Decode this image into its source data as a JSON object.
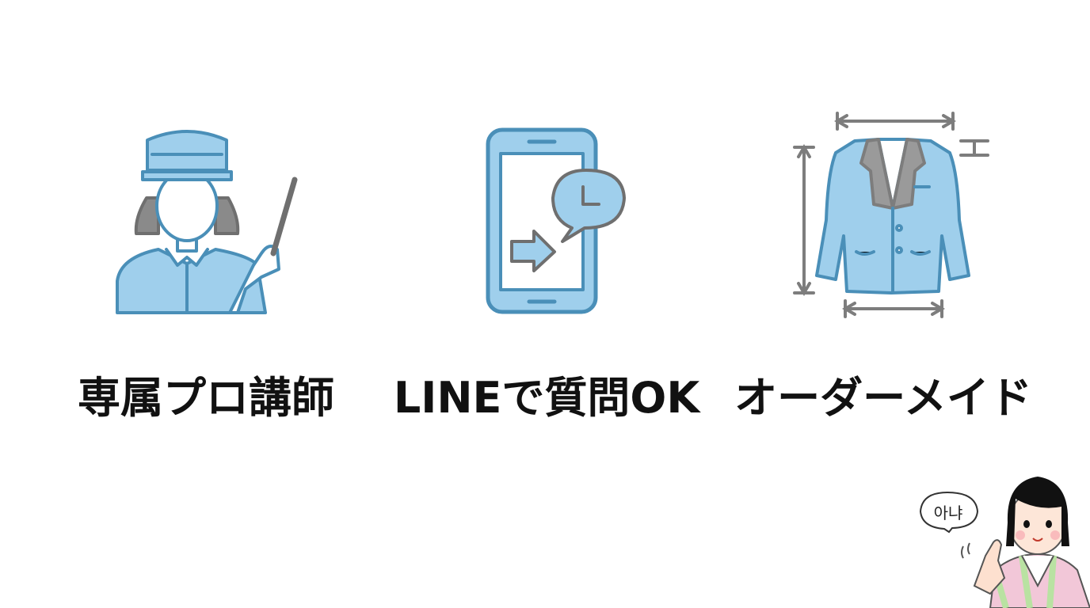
{
  "colors": {
    "icon_fill": "#9fcfec",
    "icon_stroke": "#4a8fb8",
    "accent_gray": "#8c8c8c",
    "text": "#111111"
  },
  "features": [
    {
      "label": "専属プロ講師",
      "icon": "teacher-with-pointer-icon"
    },
    {
      "label": "LINEで質問OK",
      "icon": "smartphone-chat-icon"
    },
    {
      "label": "オーダーメイド",
      "icon": "tailored-jacket-measure-icon"
    }
  ],
  "mascot": {
    "speech": "아냐",
    "icon": "waving-girl-hanbok-icon"
  }
}
